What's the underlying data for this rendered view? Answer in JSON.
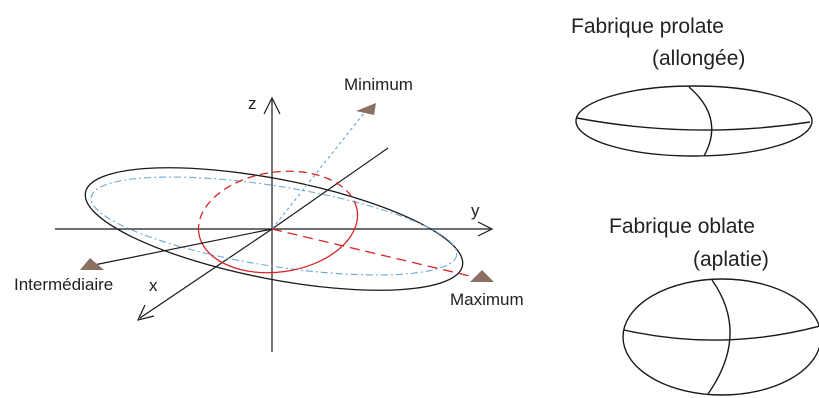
{
  "axes": {
    "z": "z",
    "y": "y",
    "x": "x"
  },
  "principal_axes": {
    "minimum": "Minimum",
    "intermediate": "Intermédiaire",
    "maximum": "Maximum"
  },
  "fabrics": {
    "prolate_title": "Fabrique prolate",
    "prolate_subtitle": "(allongée)",
    "oblate_title": "Fabrique oblate",
    "oblate_subtitle": "(aplatie)"
  },
  "colors": {
    "outline": "#1a1a1a",
    "minimum_axis": "#6fa8d6",
    "maximum_axis": "#d62728",
    "marker": "#8b6f63"
  }
}
